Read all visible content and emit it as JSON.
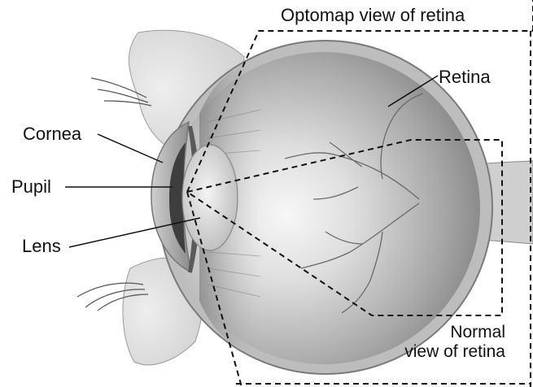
{
  "labels": {
    "optomap": "Optomap view of retina",
    "retina": "Retina",
    "cornea": "Cornea",
    "pupil": "Pupil",
    "lens": "Lens",
    "normal_line1": "Normal",
    "normal_line2": "view of retina"
  },
  "colors": {
    "background": "#ffffff",
    "eye_fill": "#c9c9c9",
    "eye_dark": "#8a8a8a",
    "line": "#111111"
  }
}
